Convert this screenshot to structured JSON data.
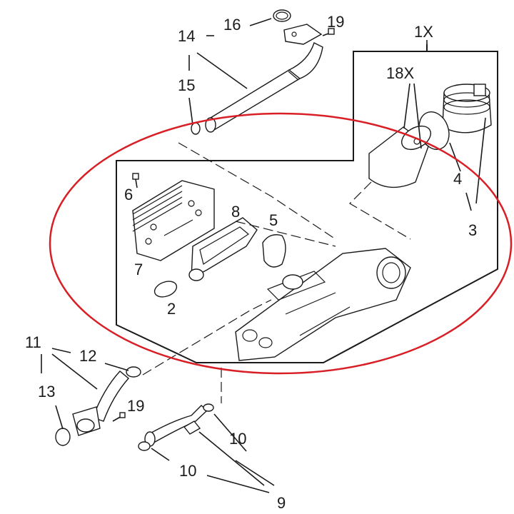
{
  "labels": {
    "l1x": "1X",
    "l18x": "18X",
    "l2": "2",
    "l3": "3",
    "l4": "4",
    "l5": "5",
    "l6": "6",
    "l7": "7",
    "l8": "8",
    "l9": "9",
    "l10a": "10",
    "l10b": "10",
    "l11": "11",
    "l12": "12",
    "l13": "13",
    "l14": "14",
    "l15": "15",
    "l16": "16",
    "l19a": "19",
    "l19b": "19"
  },
  "colors": {
    "highlight_ellipse": "#d81f26",
    "line": "#1a1a1a",
    "background": "#ffffff"
  }
}
